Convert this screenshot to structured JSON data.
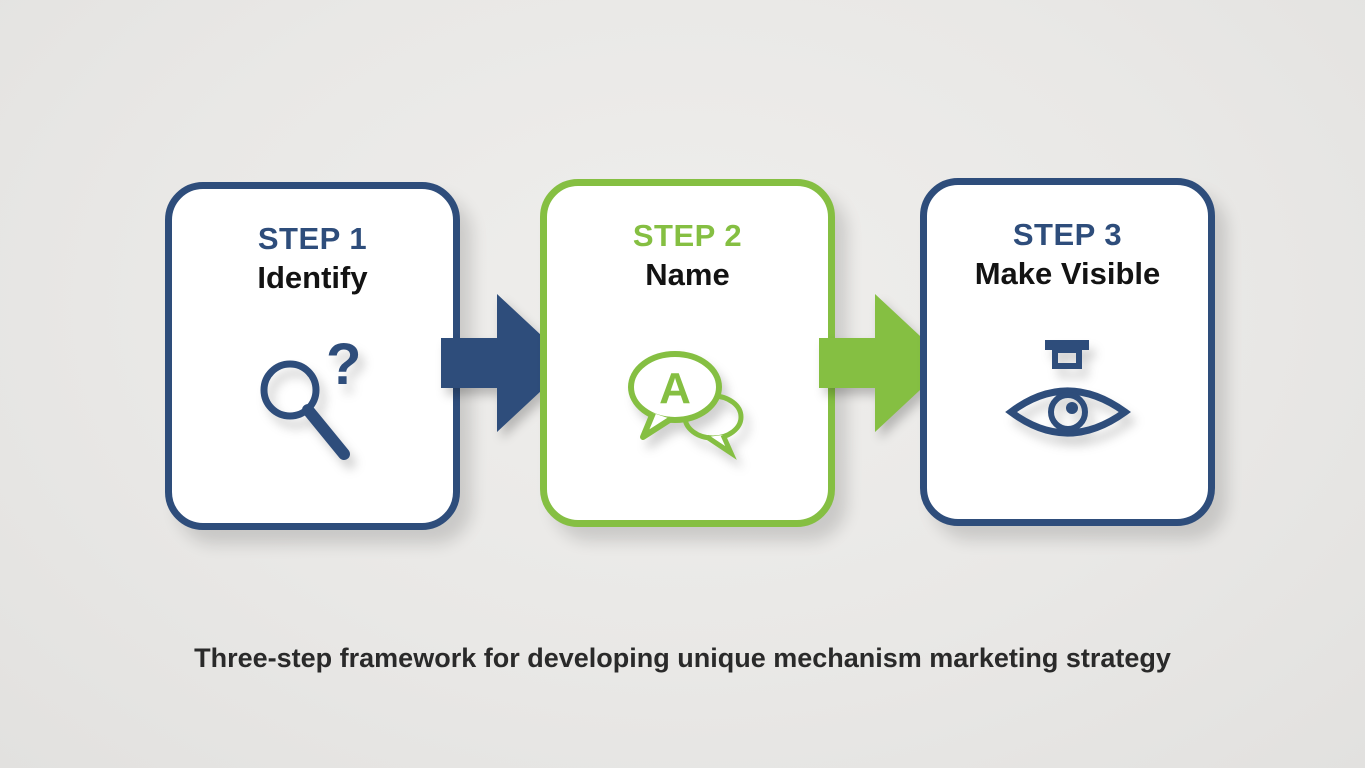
{
  "caption": "Three-step framework for developing unique mechanism marketing strategy",
  "colors": {
    "background": "#e9e8e6",
    "blue_accent": "#2e4d7b",
    "green_accent": "#85bf42",
    "title_text": "#131313",
    "caption_text": "#2a2a2a",
    "card_background": "#ffffff"
  },
  "steps": [
    {
      "label": "STEP 1",
      "title": "Identify",
      "accent": "#2e4d7b",
      "icon": "magnifier-question-icon"
    },
    {
      "label": "STEP 2",
      "title": "Name",
      "accent": "#85bf42",
      "icon": "speech-bubbles-icon"
    },
    {
      "label": "STEP 3",
      "title": "Make Visible",
      "accent": "#2e4d7b",
      "icon": "eye-projector-icon"
    }
  ],
  "arrows": [
    {
      "direction": "right",
      "color": "#2e4d7b"
    },
    {
      "direction": "right",
      "color": "#85bf42"
    }
  ],
  "icon_letter": "A",
  "icon_question": "?"
}
